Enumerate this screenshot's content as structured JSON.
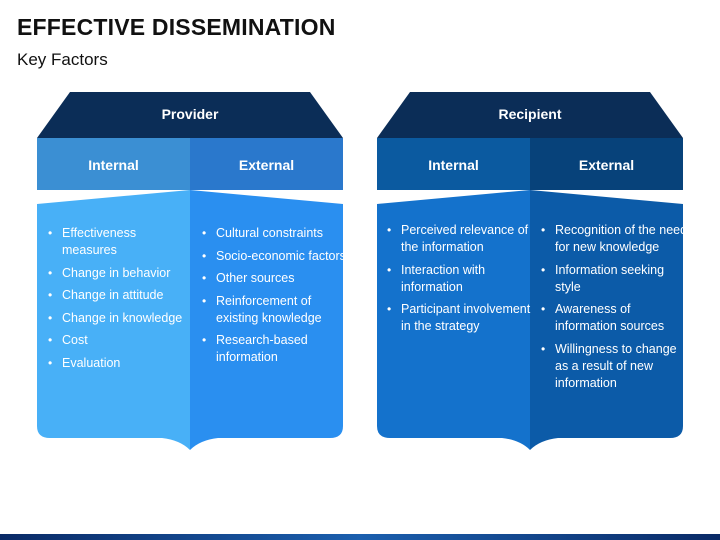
{
  "title": "EFFECTIVE DISSEMINATION",
  "subtitle": "Key Factors",
  "colors": {
    "roof": "#0b2d57",
    "provider_internal_head": "#3b8fd3",
    "provider_external_head": "#2a78cc",
    "provider_internal_body": "#48b0f7",
    "provider_external_body": "#2a8ff0",
    "recipient_internal_head": "#0b5aa0",
    "recipient_external_head": "#07427a",
    "recipient_internal_body": "#1472cc",
    "recipient_external_body": "#0c5ba8"
  },
  "provider": {
    "title": "Provider",
    "internal": {
      "heading": "Internal",
      "items": [
        "Effectiveness measures",
        "Change in behavior",
        "Change in attitude",
        "Change in knowledge",
        "Cost",
        "Evaluation"
      ]
    },
    "external": {
      "heading": "External",
      "items": [
        "Cultural constraints",
        "Socio-economic factors",
        "Other sources",
        "Reinforcement of existing knowledge",
        "Research-based information"
      ]
    }
  },
  "recipient": {
    "title": "Recipient",
    "internal": {
      "heading": "Internal",
      "items": [
        "Perceived relevance of the information",
        "Interaction with information",
        "Participant involvement in the strategy"
      ]
    },
    "external": {
      "heading": "External",
      "items": [
        "Recognition of the need for new knowledge",
        "Information seeking style",
        "Awareness of information sources",
        "Willingness to change as a result of new information"
      ]
    }
  }
}
